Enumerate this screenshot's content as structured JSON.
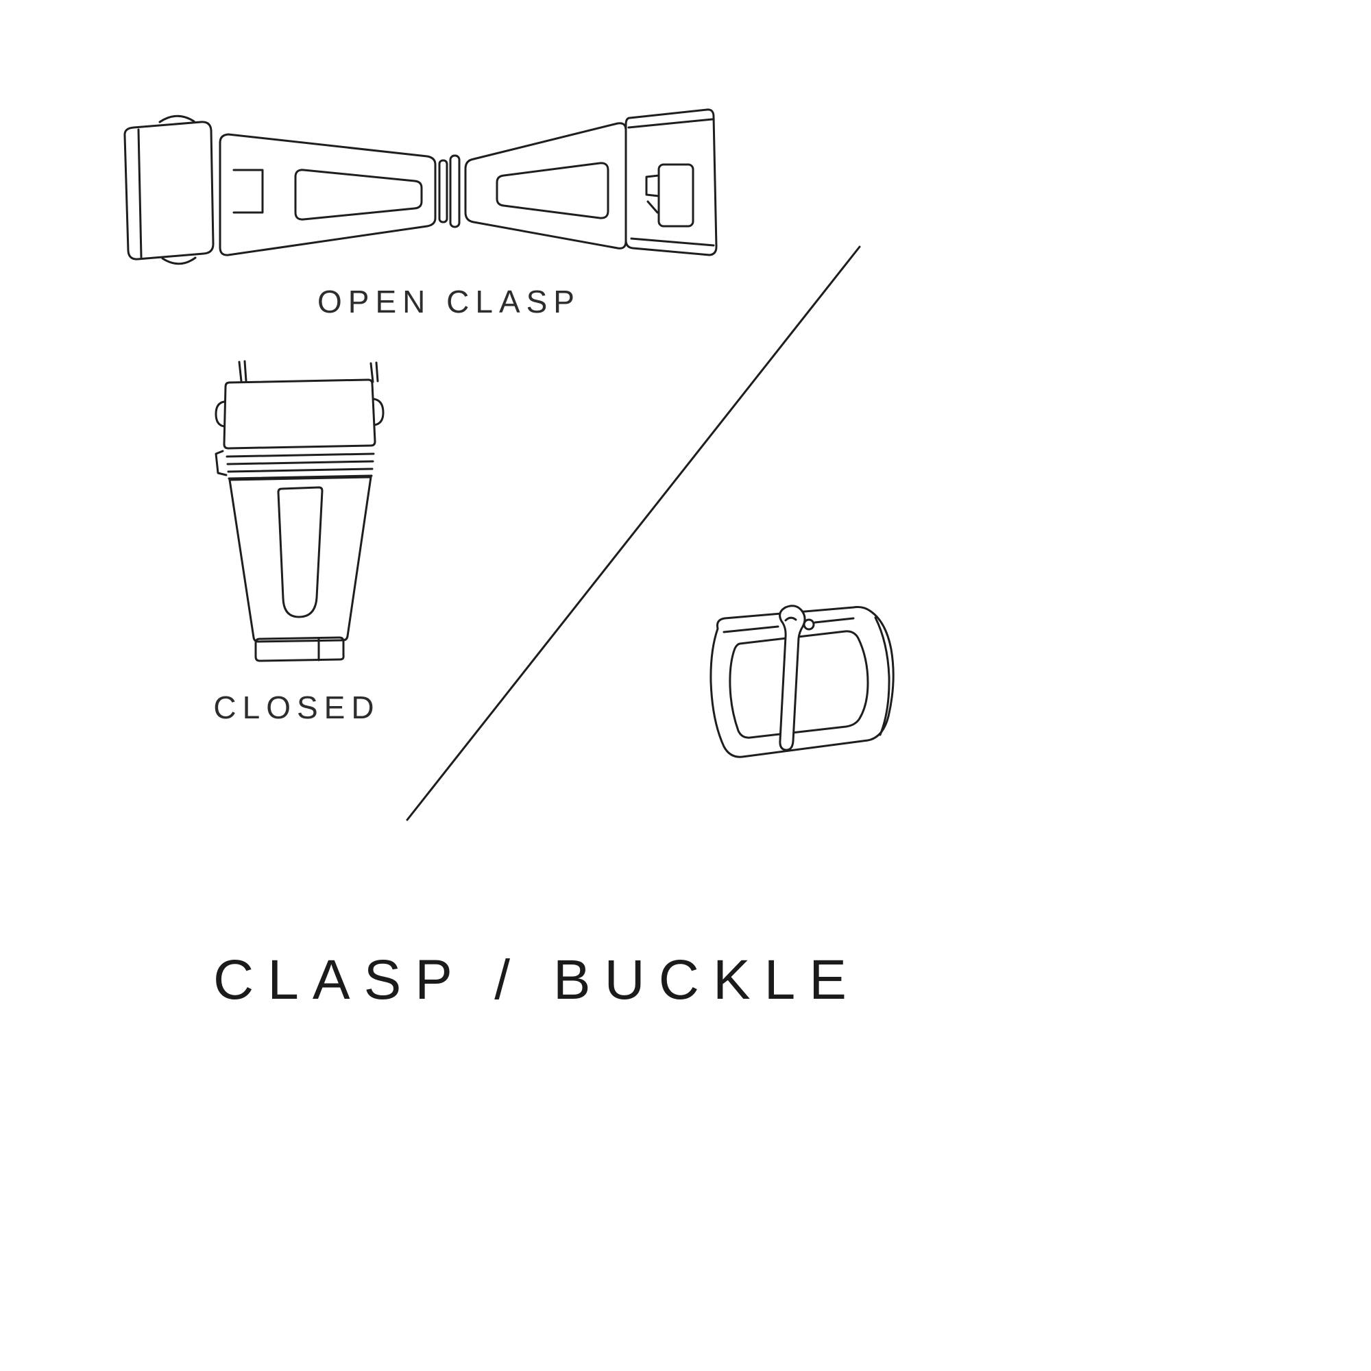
{
  "page": {
    "background_color": "#ffffff",
    "stroke_color": "#1e1e1e",
    "text_color": "#2d2d2d",
    "title_color": "#1b1b1b"
  },
  "labels": {
    "open_clasp": "OPEN CLASP",
    "closed": "CLOSED",
    "title": "CLASP / BUCKLE"
  },
  "illustrations": {
    "open_clasp": "open-clasp-illustration",
    "closed_clasp": "closed-clasp-illustration",
    "buckle": "buckle-illustration",
    "divider": "diagonal-divider-line"
  }
}
